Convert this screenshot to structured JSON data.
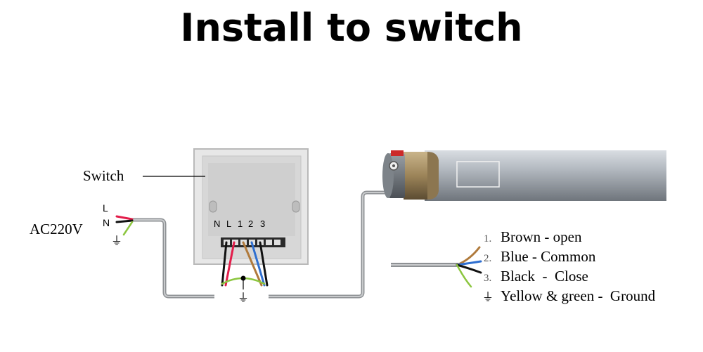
{
  "title": "Install to switch",
  "labels": {
    "switch": "Switch",
    "power": "AC220V",
    "line": "L",
    "neutral": "N",
    "ground_symbol": "⏚",
    "terminals": [
      "N",
      "L",
      "1",
      "2",
      "3"
    ]
  },
  "legend": [
    {
      "num": "1.",
      "text": "Brown - open",
      "color": "#b07a3c"
    },
    {
      "num": "2.",
      "text": "Blue - Common",
      "color": "#2f6fd0"
    },
    {
      "num": "3.",
      "text": "Black  -  Close",
      "color": "#111111"
    },
    {
      "num": "",
      "text": "Yellow & green -  Ground",
      "color": "#8cc63f"
    }
  ]
}
